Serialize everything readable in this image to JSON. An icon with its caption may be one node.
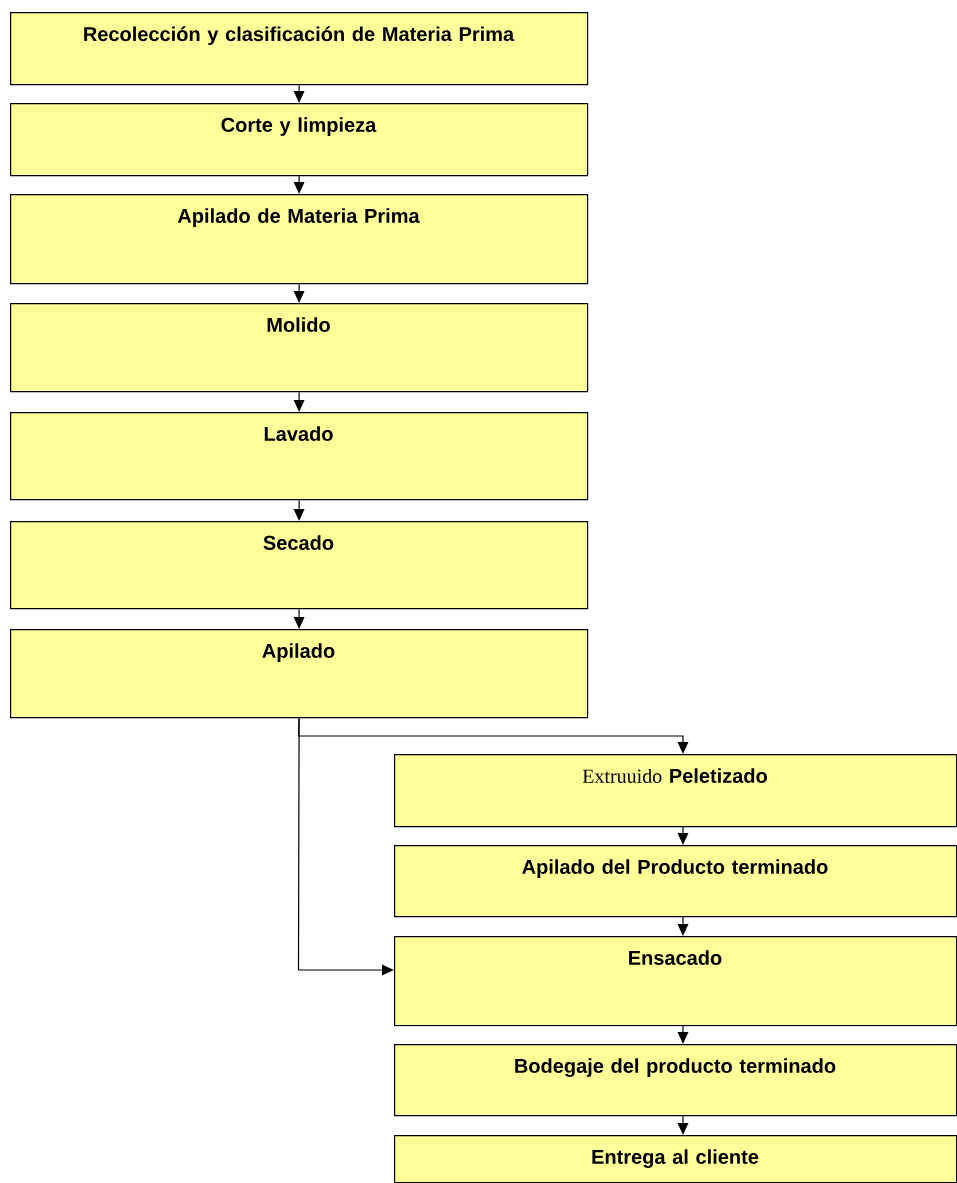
{
  "diagram": {
    "nodes": [
      {
        "text": [
          "Recolección y clasificación de Materia Prima"
        ]
      },
      {
        "text": [
          "Corte y limpieza"
        ]
      },
      {
        "text": [
          "Apilado de Materia Prima"
        ]
      },
      {
        "text": [
          "Molido"
        ]
      },
      {
        "text": [
          "Lavado"
        ]
      },
      {
        "text": [
          "Secado"
        ]
      },
      {
        "text": [
          "Apilado"
        ]
      },
      {
        "text": [
          "Extruuido",
          "Peletizado"
        ]
      },
      {
        "text": [
          "Apilado del Producto terminado"
        ]
      },
      {
        "text": [
          "Ensacado"
        ]
      },
      {
        "text": [
          "Bodegaje del producto terminado"
        ]
      },
      {
        "text": [
          "Entrega al cliente"
        ]
      }
    ],
    "edges": [
      {
        "from": 0,
        "to": 1,
        "arrow": "to"
      },
      {
        "from": 1,
        "to": 2,
        "arrow": "to"
      },
      {
        "from": 2,
        "to": 3,
        "arrow": "to"
      },
      {
        "from": 3,
        "to": 4,
        "arrow": "to"
      },
      {
        "from": 4,
        "to": 5,
        "arrow": "to"
      },
      {
        "from": 5,
        "to": 6,
        "arrow": "to"
      },
      {
        "from": 6,
        "to": 7,
        "arrow": "to"
      },
      {
        "from": 6,
        "to": 9,
        "arrow": "to"
      },
      {
        "from": 7,
        "to": 8,
        "arrow": "to"
      },
      {
        "from": 8,
        "to": 9,
        "arrow": "to"
      },
      {
        "from": 9,
        "to": 10,
        "arrow": "to"
      },
      {
        "from": 10,
        "to": 11,
        "arrow": "to"
      }
    ]
  }
}
